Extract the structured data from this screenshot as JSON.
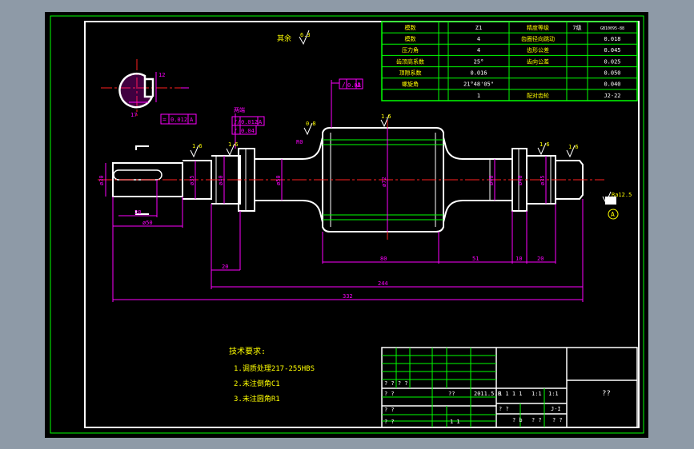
{
  "colors": {
    "frame_bg": "#8e9aa7",
    "paper": "#000000",
    "outline": "#ffffff",
    "border": "#00ff00",
    "dimension": "#ff00ff",
    "center": "#ff2020",
    "annotation": "#ffff00"
  },
  "roughness": {
    "other_label": "其余",
    "other_value": "6.3",
    "marks": [
      "1.6",
      "1.6",
      "0.8",
      "1.6",
      "1.6",
      "1.6"
    ]
  },
  "gear_table": {
    "rows": [
      [
        "模数",
        "",
        "Z1",
        "精度等级",
        "7级",
        "GB10095-88"
      ],
      [
        "模数",
        "",
        "4",
        "齿圈径向跳动",
        "",
        "0.018"
      ],
      [
        "压力角",
        "",
        "4",
        "齿形公差",
        "",
        "0.045"
      ],
      [
        "齿顶高系数",
        "",
        "25°",
        "齿向公差",
        "",
        "0.025"
      ],
      [
        "顶隙系数",
        "",
        "0.016",
        "",
        "",
        "0.050"
      ],
      [
        "螺旋角",
        "",
        "21°48'05\"",
        "",
        "",
        "0.040"
      ],
      [
        "",
        "",
        "1",
        "配对齿轮",
        "",
        "J2-22"
      ]
    ]
  },
  "tolerances": {
    "runout_top": [
      "/",
      "0.02",
      "A"
    ],
    "left_a": [
      "//",
      "0.012",
      "A"
    ],
    "left_b": [
      "/",
      "0.04"
    ],
    "keyway_sym": [
      "=",
      "0.012",
      "A"
    ],
    "note_label": "两端"
  },
  "shaft_dims": {
    "key_width": "12",
    "key_depth": "17",
    "d1": "ø30",
    "d2": "ø35",
    "d3": "ø40",
    "d4": "ø50",
    "d5": "ø72",
    "d6": "ø40",
    "d7": "ø40",
    "d8": "ø35",
    "len_key": "28",
    "len_50": "ø50",
    "len_20a": "20",
    "len_80": "80",
    "len_51": "51",
    "len_10": "10",
    "len_20b": "20",
    "len_244": "244",
    "len_332": "332",
    "chamfer": "R0",
    "datum": "A",
    "end_rough": "Ra12.5"
  },
  "tech_req": {
    "title": "技术要求:",
    "items": [
      "1.调质处理217-255HBS",
      "2.未注倒角C1",
      "3.未注圆角R1"
    ]
  },
  "title_block": {
    "date": "2011.5.8",
    "scale": "1:1",
    "name": "??",
    "cells": [
      "? ?",
      "? ?",
      "??",
      "? ? ? ?",
      "? ?",
      "1 1 1 1",
      "1:1",
      "? ?",
      "J-I",
      "? b",
      "? ?",
      "? ?",
      "1 1"
    ]
  }
}
